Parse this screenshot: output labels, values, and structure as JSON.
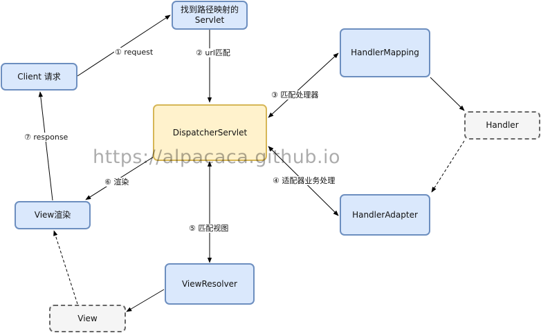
{
  "nodes": {
    "find_mapping": "找到路径映射的\nServlet",
    "client": "Client 请求",
    "dispatcher": "DispatcherServlet",
    "handler_mapping": "HandlerMapping",
    "handler": "Handler",
    "handler_adapter": "HandlerAdapter",
    "view_render": "View渲染",
    "view_resolver": "ViewResolver",
    "view": "View"
  },
  "edges": {
    "e1": "① request",
    "e2": "② url匹配",
    "e3": "③ 匹配处理器",
    "e4": "④ 适配器业务处理",
    "e5": "⑤ 匹配视图",
    "e6": "⑥ 渲染",
    "e7": "⑦ response"
  },
  "watermark": "https://alpacaca.github.io",
  "colors": {
    "blue_fill": "#dae8fc",
    "blue_stroke": "#6c8ebf",
    "yellow_fill": "#fff2cc",
    "yellow_stroke": "#d6b656",
    "gray_fill": "#f5f5f5",
    "gray_stroke": "#666666"
  }
}
